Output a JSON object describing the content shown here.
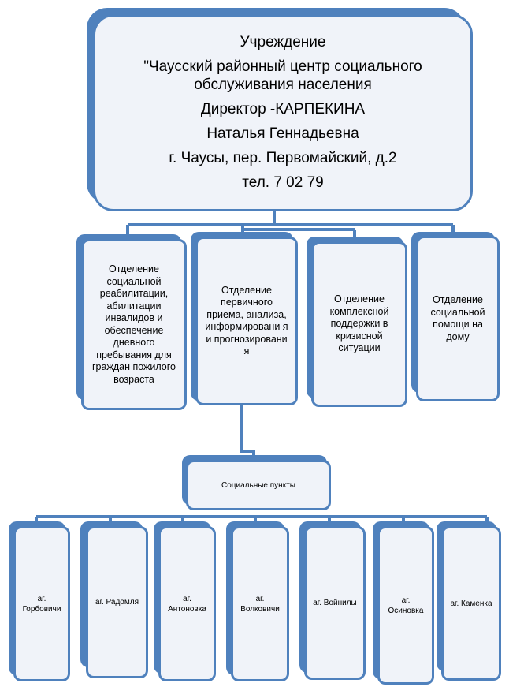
{
  "institution": {
    "lines": [
      "Учреждение",
      "\"Чаусский районный центр социального обслуживания населения",
      "Директор -КАРПЕКИНА",
      "Наталья Геннадьевна",
      "г. Чаусы, пер. Первомайский, д.2",
      "тел. 7 02 79"
    ]
  },
  "departments": [
    "Отделение социальной реабилитации, абилитации инвалидов и обеспечение дневного пребывания для граждан пожилого возраста",
    "Отделение первичного приема, анализа, информировани я и прогнозировани я",
    "Отделение комплексной поддержки в кризисной ситуации",
    "Отделение социальной помощи на дому"
  ],
  "social_points_label": "Социальные пункты",
  "points": [
    "аг. Горбовичи",
    "аг. Радомля",
    "аг. Антоновка",
    "аг. Волковичи",
    "аг. Войнилы",
    "аг. Осиновка",
    "аг. Каменка"
  ],
  "colors": {
    "box_border": "#4f81bd",
    "box_fill": "#f0f3f9",
    "connector": "#4f81bd"
  }
}
